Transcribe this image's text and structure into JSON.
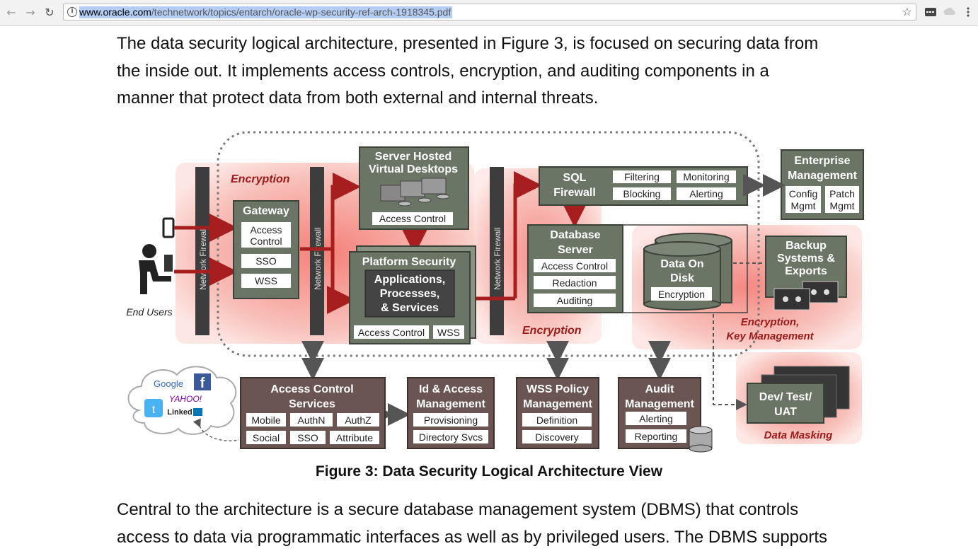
{
  "browser": {
    "url_domain": "www.oracle.com",
    "url_path": "/technetwork/topics/entarch/oracle-wp-security-ref-arch-1918345.pdf"
  },
  "document": {
    "paragraph1": [
      "The data security logical architecture, presented in Figure 3, is focused on securing data from",
      "the inside out. It implements access controls, encryption, and auditing components in a",
      "manner that protect data from both external and internal threats."
    ],
    "caption": "Figure 3:  Data Security Logical Architecture View",
    "paragraph2": [
      "Central to the architecture is a secure database management system (DBMS) that controls",
      "access to data via programmatic interfaces as well as by privileged users. The DBMS supports"
    ]
  },
  "figure": {
    "end_users": "End Users",
    "encryption": "Encryption",
    "network_firewall": "Network Firewall",
    "gateway": {
      "title": "Gateway",
      "items": [
        "Access",
        "Control",
        "SSO",
        "WSS"
      ]
    },
    "vdi": {
      "title1": "Server Hosted",
      "title2": "Virtual Desktops",
      "access": "Access Control"
    },
    "platform": {
      "title": "Platform Security",
      "inner1": "Applications,",
      "inner2": "Processes,",
      "inner3": "& Services",
      "access": "Access Control",
      "wss": "WSS"
    },
    "sql_firewall": {
      "title1": "SQL",
      "title2": "Firewall",
      "items": [
        "Filtering",
        "Monitoring",
        "Blocking",
        "Alerting"
      ]
    },
    "db_server": {
      "title1": "Database",
      "title2": "Server",
      "items": [
        "Access Control",
        "Redaction",
        "Auditing"
      ]
    },
    "data_on_disk": {
      "title1": "Data On",
      "title2": "Disk",
      "item": "Encryption"
    },
    "enterprise": {
      "title1": "Enterprise",
      "title2": "Management",
      "items": [
        "Config",
        "Mgmt",
        "Patch",
        "Mgmt"
      ]
    },
    "backup": {
      "title1": "Backup",
      "title2": "Systems &",
      "title3": "Exports"
    },
    "key_mgmt": {
      "line1": "Encryption,",
      "line2": "Key Management"
    },
    "dev_test": {
      "line1": "Dev/ Test/",
      "line2": "UAT"
    },
    "data_masking": "Data Masking",
    "acs": {
      "title1": "Access Control",
      "title2": "Services",
      "items": [
        "Mobile",
        "AuthN",
        "AuthZ",
        "Social",
        "SSO",
        "Attribute"
      ]
    },
    "idm": {
      "title1": "Id & Access",
      "title2": "Management",
      "items": [
        "Provisioning",
        "Directory Svcs"
      ]
    },
    "wss_policy": {
      "title1": "WSS Policy",
      "title2": "Management",
      "items": [
        "Definition",
        "Discovery"
      ]
    },
    "audit": {
      "title1": "Audit",
      "title2": "Management",
      "items": [
        "Alerting",
        "Reporting"
      ]
    },
    "cloud": {
      "google": "Google",
      "yahoo": "YAHOO!",
      "linkedin": "Linked"
    }
  },
  "colors": {
    "box": "#6b7565",
    "pink": "#f7b8b0",
    "red_arrow": "#a61e1e",
    "dark_bar": "#3d3d3d"
  }
}
